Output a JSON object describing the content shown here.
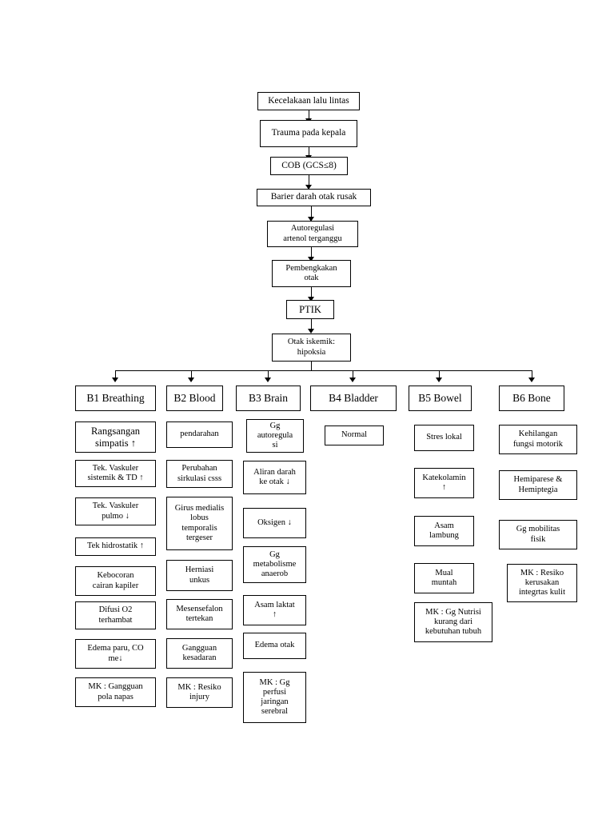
{
  "diagram": {
    "title": "Pathway diagram: Kecelakaan lalu lintas",
    "chain": [
      {
        "label": "Kecelakaan lalu lintas"
      },
      {
        "label": "Trauma pada kepala"
      },
      {
        "label": "COB (GCS≤8)"
      },
      {
        "label": "Barier darah otak rusak"
      },
      {
        "label": "Autoregulasi\nartenol terganggu"
      },
      {
        "label": "Pembengkakan\notak"
      },
      {
        "label": "PTIK"
      },
      {
        "label": "Otak iskemik:\nhipoksia"
      }
    ],
    "columns": [
      {
        "header": "B1 Breathing",
        "items": [
          "Rangsangan\nsimpatis ↑",
          "Tek. Vaskuler\nsistemik & TD ↑",
          "Tek. Vaskuler\npulmo ↓",
          "Tek hidrostatik ↑",
          "Kebocoran\ncairan kapiler",
          "Difusi O2\nterhambat",
          "Edema paru, CO\nme↓",
          "MK : Gangguan\npola napas"
        ]
      },
      {
        "header": "B2 Blood",
        "items": [
          "pendarahan",
          "Perubahan\nsirkulasi csss",
          "Girus medialis\nlobus\ntemporalis\ntergeser",
          "Herniasi\nunkus",
          "Mesensefalon\ntertekan",
          "Gangguan\nkesadaran",
          "MK : Resiko\ninjury"
        ]
      },
      {
        "header": "B3 Brain",
        "items": [
          "Gg\nautoregula\nsi",
          "Aliran darah\nke otak ↓",
          "Oksigen ↓",
          "Gg\nmetabolisme\nanaerob",
          "Asam laktat\n↑",
          "Edema otak",
          "MK : Gg\nperfusi\njaringan\nserebral"
        ]
      },
      {
        "header": "B4 Bladder",
        "items": [
          "Normal"
        ]
      },
      {
        "header": "B5 Bowel",
        "items": [
          "Stres lokal",
          "Katekolamin\n↑",
          "Asam\nlambung",
          "Mual\nmuntah",
          "MK : Gg Nutrisi\nkurang dari\nkebutuhan tubuh"
        ]
      },
      {
        "header": "B6 Bone",
        "items": [
          "Kehilangan\nfungsi motorik",
          "Hemiparese &\nHemiptegia",
          "Gg mobilitas\nfisik",
          "MK : Resiko\nkerusakan\nintegrtas kulit"
        ]
      }
    ]
  }
}
